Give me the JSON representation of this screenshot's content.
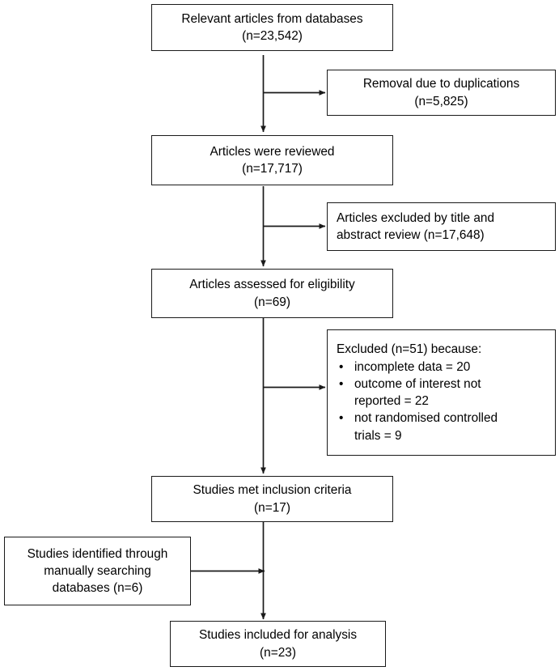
{
  "diagram": {
    "type": "prisma-flow-diagram",
    "background_color": "#ffffff",
    "line_color": "#1a1a1a",
    "text_color": "#000000",
    "nodes": [
      {
        "id": "records-identified",
        "align": "center",
        "lines": [
          "Relevant articles from databases",
          "(n=23,542)"
        ]
      },
      {
        "id": "duplicates-removed",
        "align": "center",
        "lines": [
          "Removal due to duplications",
          "(n=5,825)"
        ]
      },
      {
        "id": "articles-reviewed",
        "align": "center",
        "lines": [
          "Articles were reviewed",
          "(n=17,717)"
        ]
      },
      {
        "id": "excluded-title-abstract",
        "align": "left",
        "lines": [
          "Articles excluded by title and",
          "abstract review (n=17,648)"
        ]
      },
      {
        "id": "assessed-eligibility",
        "align": "center",
        "lines": [
          "Articles assessed for eligibility",
          "(n=69)"
        ]
      },
      {
        "id": "excluded-reasons",
        "align": "left",
        "heading": "Excluded (n=51) because:",
        "bullet_marker": "•",
        "bullets": [
          [
            "incomplete data = 20"
          ],
          [
            "outcome of interest not",
            "reported = 22"
          ],
          [
            "not randomised controlled",
            "trials = 9"
          ]
        ]
      },
      {
        "id": "met-inclusion-criteria",
        "align": "center",
        "lines": [
          "Studies met inclusion criteria",
          "(n=17)"
        ]
      },
      {
        "id": "manual-search",
        "align": "center",
        "lines": [
          "Studies identified through",
          "manually searching",
          "databases (n=6)"
        ]
      },
      {
        "id": "included-analysis",
        "align": "center",
        "lines": [
          "Studies included for analysis",
          "(n=23)"
        ]
      }
    ]
  }
}
